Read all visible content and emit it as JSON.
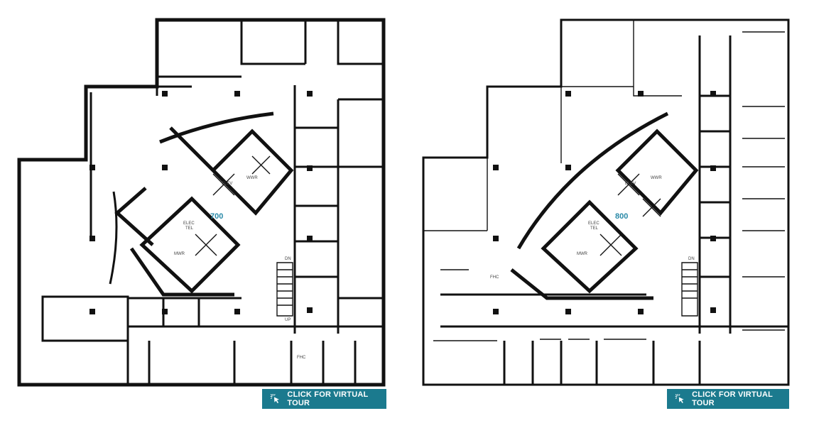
{
  "floors": [
    {
      "suite_number": "700",
      "labels": {
        "elec": "ELEC",
        "tel": "TEL",
        "mwr": "MWR",
        "wwr": "WWR",
        "elev": "ELEV",
        "fhc": "FHC",
        "dn": "DN",
        "up": "UP"
      },
      "tour_button": {
        "label": "CLICK FOR VIRTUAL TOUR",
        "icon": "cursor-click-icon"
      }
    },
    {
      "suite_number": "800",
      "labels": {
        "elec": "ELEC",
        "tel": "TEL",
        "mwr": "MWR",
        "wwr": "WWR",
        "elev": "ELEV",
        "fhc": "FHC",
        "dn": "DN"
      },
      "tour_button": {
        "label": "CLICK FOR VIRTUAL TOUR",
        "icon": "cursor-click-icon"
      }
    }
  ],
  "colors": {
    "accent": "#1b7a8e",
    "suite_label": "#2a8aa8"
  }
}
